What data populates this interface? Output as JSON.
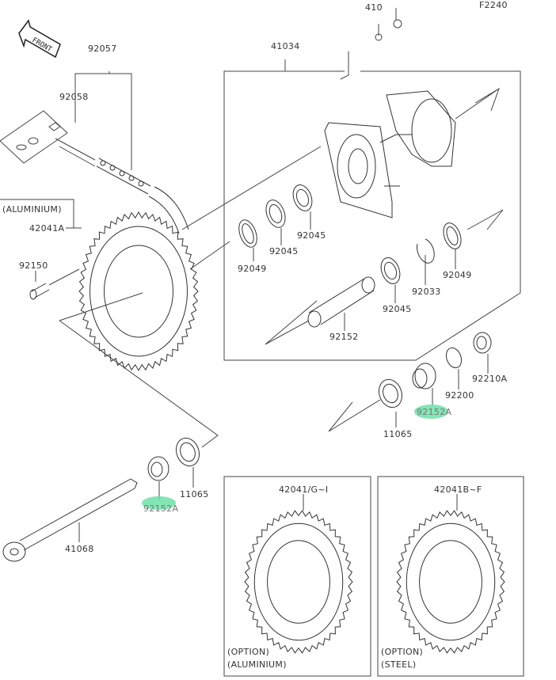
{
  "diagram_code": "F2240",
  "front_label": "FRONT",
  "highlight_color": "#6fe0a8",
  "line_color": "#444444",
  "parts": {
    "p410": "410",
    "p41034": "41034",
    "p92057": "92057",
    "p92058": "92058",
    "aluminium_note": "(ALUMINIUM)",
    "p42041A": "42041A",
    "p92150": "92150",
    "p92049_left": "92049",
    "p92045_a": "92045",
    "p92045_b": "92045",
    "p92045_c": "92045",
    "p92033": "92033",
    "p92049_right": "92049",
    "p92152": "92152",
    "p92210A": "92210A",
    "p92200": "92200",
    "p92152A_right": "92152A",
    "p11065_right": "11065",
    "p11065_left": "11065",
    "p92152A_left": "92152A",
    "p41068": "41068"
  },
  "options": [
    {
      "part": "42041/G~I",
      "note1": "(OPTION)",
      "note2": "(ALUMINIUM)"
    },
    {
      "part": "42041B~F",
      "note1": "(OPTION)",
      "note2": "(STEEL)"
    }
  ]
}
